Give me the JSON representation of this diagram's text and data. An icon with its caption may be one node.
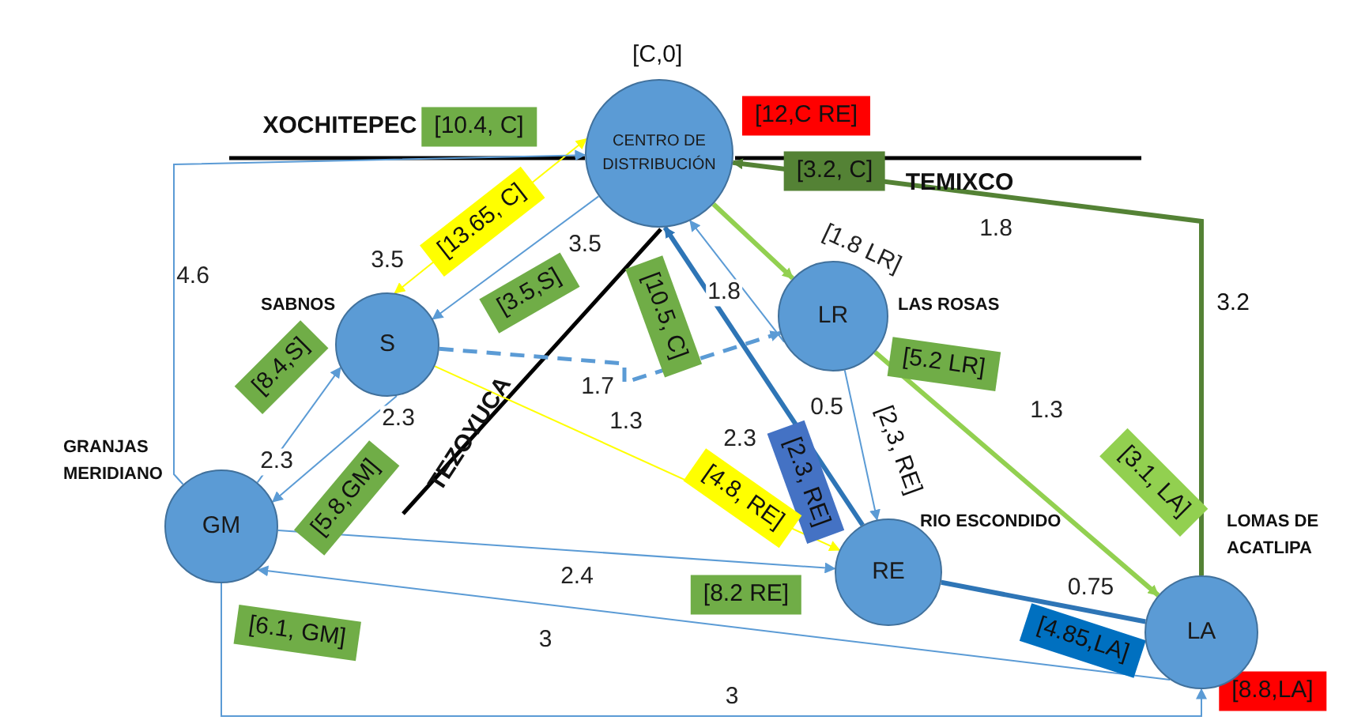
{
  "diagram": {
    "nodes": [
      {
        "text": [
          "CENTRO DE DISTRIBUCIÓN"
        ],
        "beside": [
          "[C,0]"
        ]
      },
      {
        "text": [
          "S"
        ],
        "beside": [
          "SABNOS"
        ]
      },
      {
        "text": [
          "LR"
        ],
        "beside": [
          "LAS ROSAS"
        ]
      },
      {
        "text": [
          "GM"
        ],
        "beside": [
          "GRANJAS MERIDIANO"
        ]
      },
      {
        "text": [
          "RE"
        ],
        "beside": [
          "RIO ESCONDIDO"
        ]
      },
      {
        "text": [
          "LA"
        ],
        "beside": [
          "LOMAS DE ACATLIPA"
        ]
      }
    ],
    "edges": [
      {
        "from": 1,
        "to": 0,
        "arrow": "both",
        "label": "3.5",
        "color": "#ffff00"
      },
      {
        "from": 0,
        "to": 1,
        "arrow": "to",
        "label": "3.5"
      },
      {
        "from": 3,
        "to": 0,
        "arrow": "to",
        "label": "4.6"
      },
      {
        "from": 1,
        "to": 3,
        "arrow": "to",
        "label": "2.3"
      },
      {
        "from": 3,
        "to": 1,
        "arrow": "to",
        "label": "2.3"
      },
      {
        "from": 1,
        "to": 2,
        "arrow": "to",
        "label": "1.7",
        "style": "dashed"
      },
      {
        "from": 1,
        "to": 4,
        "arrow": "to",
        "label": "1.3",
        "color": "#ffff00"
      },
      {
        "from": 4,
        "to": 0,
        "arrow": "to",
        "label": "2.3",
        "style": "thick",
        "color": "#2e75b6"
      },
      {
        "from": 2,
        "to": 0,
        "arrow": "to",
        "label": "1.8"
      },
      {
        "from": 0,
        "to": 2,
        "arrow": "to",
        "label": "[1.8 LR]",
        "style": "thick",
        "color": "#92d050"
      },
      {
        "from": 2,
        "to": 5,
        "arrow": "to",
        "label": "1.3",
        "style": "thick",
        "color": "#92d050"
      },
      {
        "from": 2,
        "to": 4,
        "arrow": "to",
        "label": "0.5"
      },
      {
        "from": 4,
        "to": 5,
        "arrow": "none",
        "label": "0.75",
        "style": "thick",
        "color": "#2e75b6"
      },
      {
        "from": 3,
        "to": 4,
        "arrow": "to",
        "label": "2.4"
      },
      {
        "from": 5,
        "to": 3,
        "arrow": "to",
        "label": "3"
      },
      {
        "from": 3,
        "to": 5,
        "arrow": "to",
        "label": "3"
      },
      {
        "from": 5,
        "to": 0,
        "arrow": "to",
        "label": "1.8",
        "style": "thick",
        "color": "#548235"
      }
    ],
    "labels": [
      "XOCHITEPEC",
      "[10.4, C]",
      "[12,C RE]",
      "[3.2, C]",
      "TEMIXCO",
      "3.2",
      "[13.65, C]",
      "[3.5,S]",
      "[10.5, C]",
      "[8.4,S]",
      "[5.2 LR]",
      "TEZOYUCA",
      "[2,3, RE]",
      "[2.3, RE]",
      "[4.8, RE]",
      "[5.8,GM]",
      "[3.1, LA]",
      "[8.2 RE]",
      "[6.1, GM]",
      "[4.85,LA]",
      "[8.8,LA]"
    ]
  }
}
